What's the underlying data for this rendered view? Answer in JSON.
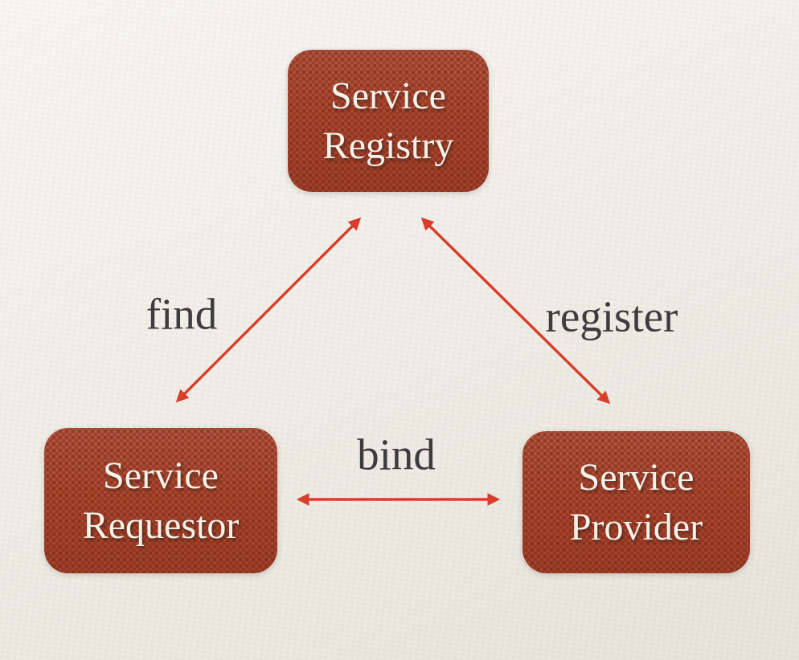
{
  "diagram": {
    "nodes": [
      {
        "id": "service-registry",
        "label": [
          "Service",
          "Registry"
        ]
      },
      {
        "id": "service-requestor",
        "label": [
          "Service",
          "Requestor"
        ]
      },
      {
        "id": "service-provider",
        "label": [
          "Service",
          "Provider"
        ]
      }
    ],
    "edges": [
      {
        "id": "find",
        "label": "find",
        "from": "service-requestor",
        "to": "service-registry",
        "bidirectional": true
      },
      {
        "id": "register",
        "label": "register",
        "from": "service-provider",
        "to": "service-registry",
        "bidirectional": true
      },
      {
        "id": "bind",
        "label": "bind",
        "from": "service-requestor",
        "to": "service-provider",
        "bidirectional": true
      }
    ],
    "colors": {
      "background": "#efece5",
      "node_fill": "#b24a31",
      "node_text": "#f7f2ea",
      "arrow": "#d93d2b",
      "label_text": "#3d3c3e"
    }
  }
}
